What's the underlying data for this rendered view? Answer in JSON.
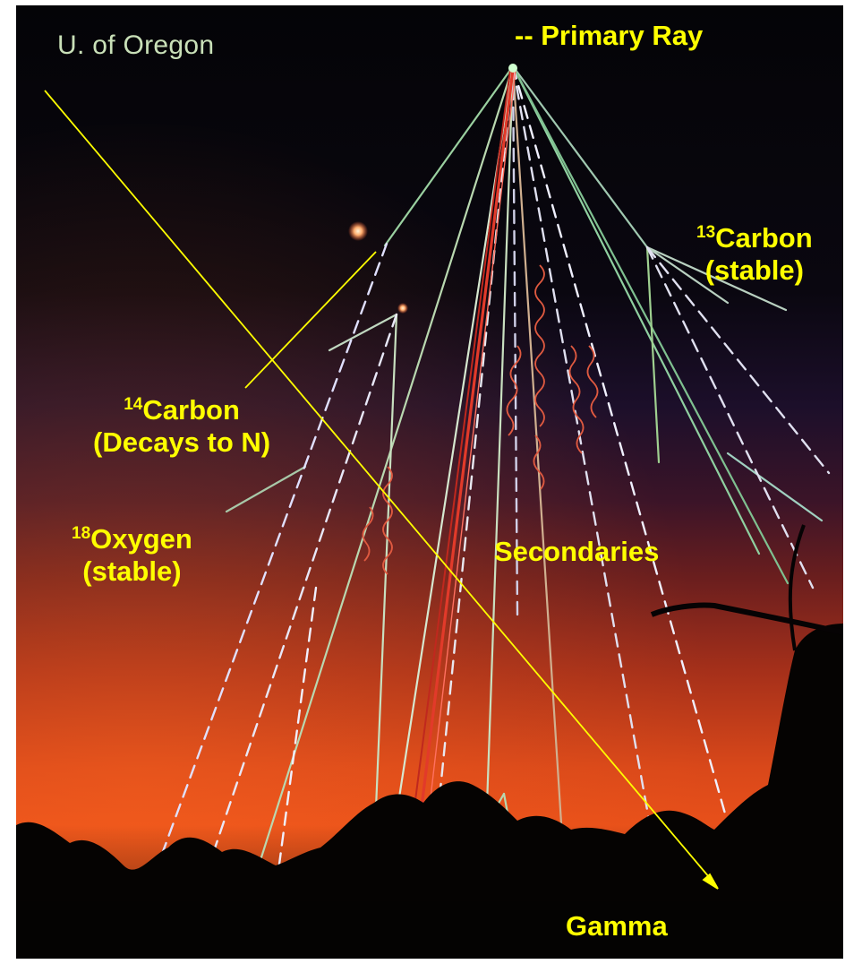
{
  "credit": "U. of Oregon",
  "labels": {
    "primary_ray": "-- Primary Ray",
    "c13_super": "13",
    "c13_name": "Carbon",
    "c13_note": "(stable)",
    "c14_super": "14",
    "c14_name": "Carbon",
    "c14_note": "(Decays to N)",
    "o18_super": "18",
    "o18_name": "Oxygen",
    "o18_note": "(stable)",
    "secondaries": "Secondaries",
    "gamma": "Gamma"
  },
  "colors": {
    "label": "#ffff00",
    "pointer_line": "#ffff00",
    "primary_track": "#e23a2a",
    "sky_top": "#05050a",
    "sky_horizon": "#e8501a"
  }
}
